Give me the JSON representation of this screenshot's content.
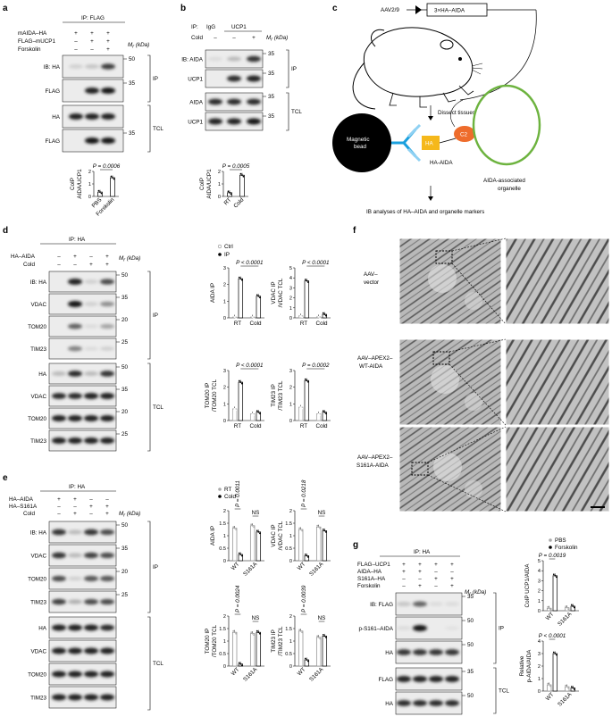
{
  "panel_letters": {
    "a": "a",
    "b": "b",
    "c": "c",
    "d": "d",
    "e": "e",
    "f": "f",
    "g": "g"
  },
  "common": {
    "ip": "IP",
    "tcl": "TCL",
    "mr_kda": "M  (kDa)",
    "mr_sub": "r",
    "plus": "+",
    "minus": "–"
  },
  "panel_a": {
    "header": "IP: FLAG",
    "row_labels": [
      "mAIDA–HA",
      "FLAG–mUCP1",
      "Forskolin"
    ],
    "signs": [
      [
        "+",
        "+",
        "+"
      ],
      [
        "–",
        "+",
        "+"
      ],
      [
        "–",
        "–",
        "+"
      ]
    ],
    "blots": [
      "IB: HA",
      "FLAG",
      "HA",
      "FLAG"
    ],
    "markers": [
      "50",
      "35",
      "",
      "35"
    ],
    "pvalue": "P = 0.0006",
    "ylabel": [
      "CoIP",
      "AIDA/UCP1"
    ],
    "xticks": [
      "PBS",
      "Forskolin"
    ]
  },
  "panel_b": {
    "ip_label": "IP:",
    "igg": "IgG",
    "ucp1": "UCP1",
    "cold": "Cold",
    "signs": [
      "–",
      "–",
      "+"
    ],
    "blots": [
      "IB: AIDA",
      "UCP1",
      "AIDA",
      "UCP1"
    ],
    "markers": [
      "35",
      "35",
      "35",
      "35"
    ],
    "pvalue": "P = 0.0005",
    "ylabel": [
      "CoIP",
      "AIDA/UCP1"
    ],
    "xticks": [
      "RT",
      "Cold"
    ]
  },
  "panel_c": {
    "vector": "AAV2/9",
    "construct": "3×HA–AIDA",
    "dissect": "Dissect tissues",
    "bead": [
      "Magnetic",
      "bead"
    ],
    "ha": "HA",
    "c2": "C2",
    "ha_aida": "HA-AIDA",
    "organelle": [
      "AIDA-associated",
      "organelle"
    ],
    "analysis": "IB analyses of HA–AIDA and organelle markers"
  },
  "panel_d": {
    "header": "IP: HA",
    "row_labels": [
      "HA–AIDA",
      "Cold"
    ],
    "signs": [
      [
        "–",
        "+",
        "–",
        "+"
      ],
      [
        "–",
        "–",
        "+",
        "+"
      ]
    ],
    "blots": [
      "IB: HA",
      "VDAC",
      "TOM20",
      "TIM23",
      "HA",
      "VDAC",
      "TOM20",
      "TIM23"
    ],
    "markers": [
      "50",
      "35",
      "20",
      "25",
      "50",
      "35",
      "20",
      "25"
    ],
    "legend": [
      "Ctrl",
      "IP"
    ],
    "charts": [
      {
        "ylabel": [
          "AIDA IP",
          ""
        ],
        "pvalue": "P < 0.0001"
      },
      {
        "ylabel": [
          "VDAC IP",
          "/VDAC TCL"
        ],
        "pvalue": "P < 0.0001"
      },
      {
        "ylabel": [
          "TOM20 IP",
          "/TOM20 TCL"
        ],
        "pvalue": "P < 0.0001"
      },
      {
        "ylabel": [
          "TIM23 IP",
          "/TIM23 TCL"
        ],
        "pvalue": "P = 0.0002"
      }
    ],
    "xticks": [
      "RT",
      "Cold"
    ]
  },
  "panel_e": {
    "header": "IP: HA",
    "row_labels": [
      "HA–AIDA",
      "HA–S161A",
      "Cold"
    ],
    "signs": [
      [
        "+",
        "+",
        "–",
        "–"
      ],
      [
        "–",
        "–",
        "+",
        "+"
      ],
      [
        "–",
        "+",
        "–",
        "+"
      ]
    ],
    "blots": [
      "IB: HA",
      "VDAC",
      "TOM20",
      "TIM23",
      "HA",
      "VDAC",
      "TOM20",
      "TIM23"
    ],
    "markers": [
      "50",
      "35",
      "20",
      "25",
      "",
      "",
      "",
      ""
    ],
    "legend": [
      "RT",
      "Cold"
    ],
    "charts": [
      {
        "ylabel": [
          "AIDA IP",
          ""
        ],
        "pvalue": "P = 0.0011",
        "ns": "NS"
      },
      {
        "ylabel": [
          "VDAC IP",
          "/VDAC TCL"
        ],
        "pvalue": "P = 0.0218",
        "ns": "NS"
      },
      {
        "ylabel": [
          "TOM20 IP",
          "/TOM20 TCL"
        ],
        "pvalue": "P = 0.0024",
        "ns": "NS"
      },
      {
        "ylabel": [
          "TIM23 IP",
          "/TIM23 TCL"
        ],
        "pvalue": "P = 0.0039",
        "ns": "NS"
      }
    ],
    "xticks": [
      "WT",
      "S161A"
    ]
  },
  "panel_f": {
    "rows": [
      [
        "AAV–",
        "vector"
      ],
      [
        "AAV–APEX2–",
        "WT-AIDA"
      ],
      [
        "AAV–APEX2–",
        "S161A-AIDA"
      ]
    ]
  },
  "panel_g": {
    "header": "IP: HA",
    "row_labels": [
      "FLAG–UCP1",
      "AIDA–HA",
      "S161A–HA",
      "Forskolin"
    ],
    "signs": [
      [
        "+",
        "+",
        "+",
        "+"
      ],
      [
        "+",
        "+",
        "–",
        "–"
      ],
      [
        "–",
        "–",
        "+",
        "+"
      ],
      [
        "–",
        "+",
        "–",
        "+"
      ]
    ],
    "blots": [
      "IB: FLAG",
      "p-S161–AIDA",
      "HA",
      "FLAG",
      "HA"
    ],
    "markers": [
      "35",
      "50",
      "50",
      "35",
      "50"
    ],
    "legend": [
      "PBS",
      "Forskolin"
    ],
    "chart1": {
      "pvalue": "P = 0.0019",
      "ylabel": [
        "CoIP UCP1/AIDA",
        ""
      ]
    },
    "chart2": {
      "pvalue": "P < 0.0001",
      "ylabel": [
        "Relative",
        "p-AIDA/AIDA"
      ]
    },
    "xticks": [
      "WT",
      "S161A"
    ]
  },
  "chart_data": [
    {
      "type": "bar",
      "panel": "a",
      "categories": [
        "PBS",
        "Forskolin"
      ],
      "values": [
        0.35,
        1.5
      ],
      "ylim": [
        0,
        2
      ],
      "yticks": [
        0,
        1,
        2
      ]
    },
    {
      "type": "bar",
      "panel": "b",
      "categories": [
        "RT",
        "Cold"
      ],
      "values": [
        0.3,
        1.7
      ],
      "ylim": [
        0,
        2
      ],
      "yticks": [
        0,
        1,
        2
      ]
    },
    {
      "type": "bar",
      "panel": "d1",
      "categories": [
        "RT",
        "Cold"
      ],
      "series": [
        {
          "name": "Ctrl",
          "values": [
            0.05,
            0.05
          ]
        },
        {
          "name": "IP",
          "values": [
            2.35,
            1.3
          ]
        }
      ],
      "ylim": [
        0,
        3
      ],
      "yticks": [
        0,
        1,
        2,
        3
      ]
    },
    {
      "type": "bar",
      "panel": "d2",
      "categories": [
        "RT",
        "Cold"
      ],
      "series": [
        {
          "name": "Ctrl",
          "values": [
            0.2,
            0.1
          ]
        },
        {
          "name": "IP",
          "values": [
            3.7,
            0.35
          ]
        }
      ],
      "ylim": [
        0,
        5
      ],
      "yticks": [
        0,
        1,
        2,
        3,
        4,
        5
      ]
    },
    {
      "type": "bar",
      "panel": "d3",
      "categories": [
        "RT",
        "Cold"
      ],
      "series": [
        {
          "name": "Ctrl",
          "values": [
            0.7,
            0.4
          ]
        },
        {
          "name": "IP",
          "values": [
            2.3,
            0.5
          ]
        }
      ],
      "ylim": [
        0,
        3
      ],
      "yticks": [
        0,
        1,
        2,
        3
      ]
    },
    {
      "type": "bar",
      "panel": "d4",
      "categories": [
        "RT",
        "Cold"
      ],
      "series": [
        {
          "name": "Ctrl",
          "values": [
            0.8,
            0.4
          ]
        },
        {
          "name": "IP",
          "values": [
            2.4,
            0.5
          ]
        }
      ],
      "ylim": [
        0,
        3
      ],
      "yticks": [
        0,
        1,
        2,
        3
      ]
    },
    {
      "type": "bar",
      "panel": "e1",
      "categories": [
        "WT",
        "S161A"
      ],
      "series": [
        {
          "name": "RT",
          "values": [
            1.3,
            1.4
          ]
        },
        {
          "name": "Cold",
          "values": [
            0.25,
            1.15
          ]
        }
      ],
      "ylim": [
        0,
        2
      ],
      "yticks": [
        0,
        0.5,
        1.0,
        1.5,
        2.0
      ]
    },
    {
      "type": "bar",
      "panel": "e2",
      "categories": [
        "WT",
        "S161A"
      ],
      "series": [
        {
          "name": "RT",
          "values": [
            1.25,
            1.35
          ]
        },
        {
          "name": "Cold",
          "values": [
            0.2,
            1.2
          ]
        }
      ],
      "ylim": [
        0,
        2
      ],
      "yticks": [
        0,
        0.5,
        1.0,
        1.5,
        2.0
      ]
    },
    {
      "type": "bar",
      "panel": "e3",
      "categories": [
        "WT",
        "S161A"
      ],
      "series": [
        {
          "name": "RT",
          "values": [
            1.35,
            1.3
          ]
        },
        {
          "name": "Cold",
          "values": [
            0.08,
            1.35
          ]
        }
      ],
      "ylim": [
        0,
        2
      ],
      "yticks": [
        0,
        0.5,
        1.0,
        1.5,
        2.0
      ]
    },
    {
      "type": "bar",
      "panel": "e4",
      "categories": [
        "WT",
        "S161A"
      ],
      "series": [
        {
          "name": "RT",
          "values": [
            1.4,
            1.15
          ]
        },
        {
          "name": "Cold",
          "values": [
            0.25,
            1.2
          ]
        }
      ],
      "ylim": [
        0,
        2
      ],
      "yticks": [
        0,
        0.5,
        1.0,
        1.5,
        2.0
      ]
    },
    {
      "type": "bar",
      "panel": "g1",
      "categories": [
        "WT",
        "S161A"
      ],
      "series": [
        {
          "name": "PBS",
          "values": [
            0.25,
            0.3
          ]
        },
        {
          "name": "Forskolin",
          "values": [
            3.5,
            0.45
          ]
        }
      ],
      "ylim": [
        0,
        5
      ],
      "yticks": [
        0,
        1,
        2,
        3,
        4,
        5
      ]
    },
    {
      "type": "bar",
      "panel": "g2",
      "categories": [
        "WT",
        "S161A"
      ],
      "series": [
        {
          "name": "PBS",
          "values": [
            0.5,
            0.35
          ]
        },
        {
          "name": "Forskolin",
          "values": [
            3.0,
            0.25
          ]
        }
      ],
      "ylim": [
        0,
        4
      ],
      "yticks": [
        0,
        1,
        2,
        3,
        4
      ]
    }
  ]
}
